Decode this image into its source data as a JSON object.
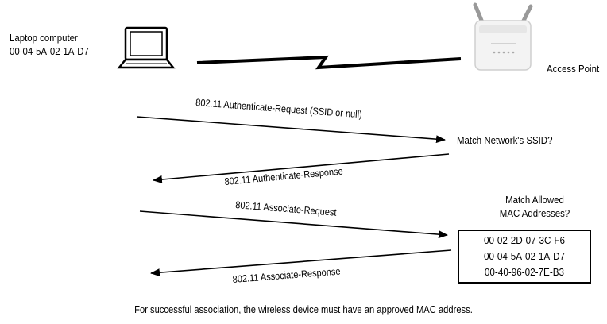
{
  "laptop": {
    "name": "Laptop computer",
    "mac": "00-04-5A-02-1A-D7"
  },
  "access_point": {
    "label": "Access Point"
  },
  "messages": [
    {
      "text": "802.11 Authenticate-Request (SSID or null)"
    },
    {
      "text": "802.11 Authenticate-Response"
    },
    {
      "text": "802.11 Associate-Request"
    },
    {
      "text": "802.11 Associate-Response"
    }
  ],
  "ssid_check": "Match Network's SSID?",
  "mac_check": {
    "line1": "Match Allowed",
    "line2": "MAC Addresses?"
  },
  "allowed_macs": [
    "00-02-2D-07-3C-F6",
    "00-04-5A-02-1A-D7",
    "00-40-96-02-7E-B3"
  ],
  "caption": "For successful association, the wireless device must have an approved MAC address."
}
